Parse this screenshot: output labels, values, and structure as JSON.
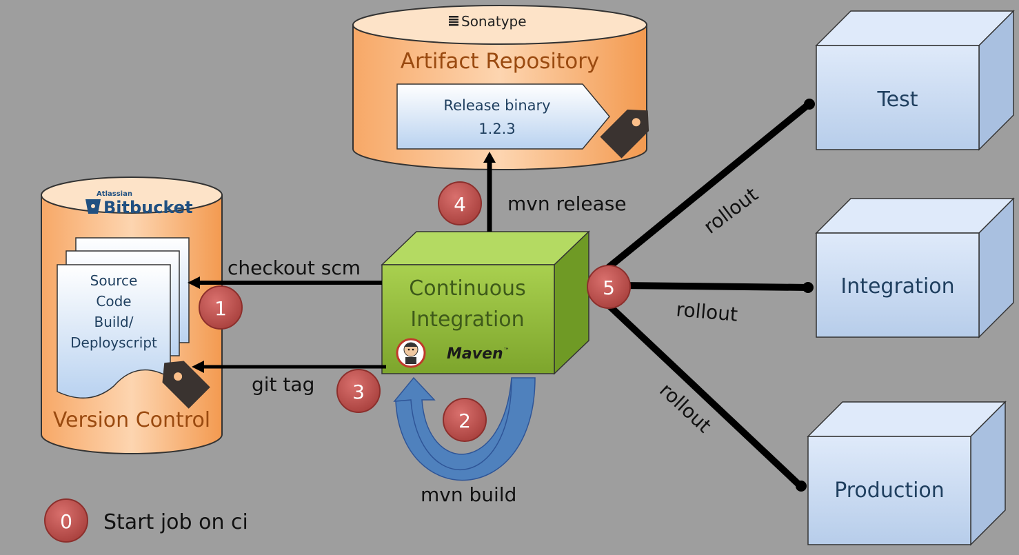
{
  "artifact_repo": {
    "brand": "Sonatype",
    "title": "Artifact Repository",
    "binary_line1": "Release binary",
    "binary_line2": "1.2.3"
  },
  "version_control": {
    "brand_small": "Atlassian",
    "brand": "Bitbucket",
    "title": "Version Control",
    "doc_lines": [
      "Source",
      "Code",
      "Build/",
      "Deployscript"
    ]
  },
  "ci": {
    "line1": "Continuous",
    "line2": "Integration",
    "tool": "Maven",
    "tool_mark": "™"
  },
  "environments": {
    "test": "Test",
    "integration": "Integration",
    "production": "Production"
  },
  "edges": {
    "checkout": "checkout scm",
    "git_tag": "git tag",
    "mvn_build": "mvn build",
    "mvn_release": "mvn release",
    "rollout_test": "rollout",
    "rollout_integration": "rollout",
    "rollout_production": "rollout"
  },
  "steps": [
    "0",
    "1",
    "2",
    "3",
    "4",
    "5"
  ],
  "legend": {
    "text": "Start job on ci"
  },
  "colors": {
    "background": "#9e9e9e",
    "orange_fill": "#fbbf8a",
    "orange_stroke": "#333333",
    "orange_text": "#9a4a10",
    "green_front": "#8cb43a",
    "green_top": "#b0d860",
    "green_side": "#6e9a24",
    "green_text": "#3e5a1a",
    "blue_front": "#c7d9f1",
    "blue_top": "#dde9f8",
    "blue_side": "#a9c0e0",
    "blue_text": "#1f3f5f",
    "step_badge": "#c0504d",
    "arrow": "#000000",
    "curve_arrow": "#4f81bd"
  }
}
